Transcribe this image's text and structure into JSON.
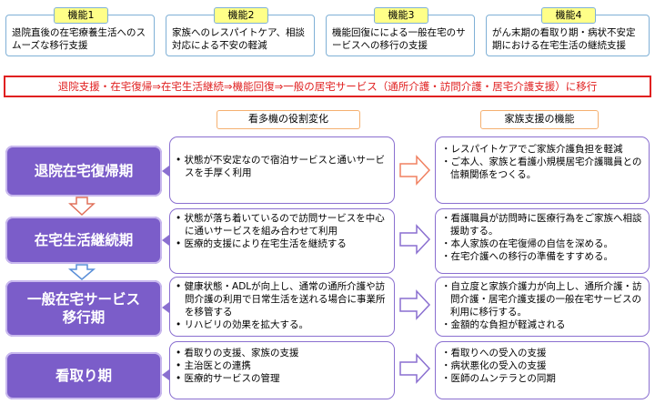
{
  "functions": [
    {
      "tab": "機能1",
      "text": "退院直後の在宅療養生活へのスムーズな移行支援"
    },
    {
      "tab": "機能2",
      "text": "家族へのレスパイトケア、相談対応による不安の軽減"
    },
    {
      "tab": "機能3",
      "text": "機能回復にによる一般在宅のサービスへの移行の支援"
    },
    {
      "tab": "機能4",
      "text": "がん末期の看取り期・病状不安定期における在宅生活の継続支援"
    }
  ],
  "flow_text": "退院支援・在宅復帰⇒在宅生活継続⇒機能回復⇒一般の居宅サービス（通所介護・訪問介護・居宅介護支援）に移行",
  "column_heads": {
    "role": "看多機の役割変化",
    "family": "家族支援の機能"
  },
  "phases": [
    {
      "title": "退院在宅復帰期",
      "role": [
        "状態が不安定なので宿泊サービスと通いサービスを手厚く利用"
      ],
      "family": [
        "レスパイトケアでご家族介護負担を軽減",
        "ご本人、家族と看護小規模居宅介護職員との信頼関係をつくる。"
      ]
    },
    {
      "title": "在宅生活継続期",
      "role": [
        "状態が落ち着いているので訪問サービスを中心に通いサービスを組み合わせて利用",
        "医療的支援により在宅生活を継続する"
      ],
      "family": [
        "看護職員が訪問時に医療行為をご家族へ相談援助する。",
        "本人家族の在宅復帰の自信を深める。",
        "在宅介護への移行の準備をすすめる。"
      ]
    },
    {
      "title": "一般在宅サービス移行期",
      "role": [
        "健康状態・ADLが向上し、通常の通所介護や訪問介護の利用で日常生活を送れる場合に事業所を移管する",
        "リハビリの効果を拡大する。"
      ],
      "family": [
        "自立度と家族介護力が向上し、通所介護・訪問介護・居宅介護支援の一般在宅サービスの利用に移行する。",
        "金額的な負担が軽減される"
      ]
    },
    {
      "title": "看取り期",
      "role": [
        "看取りの支援、家族の支援",
        "主治医との連携",
        "医療的サービスの管理"
      ],
      "family": [
        "看取りへの受入の支援",
        "病状悪化の受入の支援",
        "医師のムンテラとの同期"
      ]
    }
  ],
  "colors": {
    "phase": "#7b5dc9",
    "border": "#8a6fd0",
    "tab": "#ffff88",
    "flow": "#e02020",
    "arrow": "#f08060",
    "blue_arrow": "#5a8fd8"
  }
}
